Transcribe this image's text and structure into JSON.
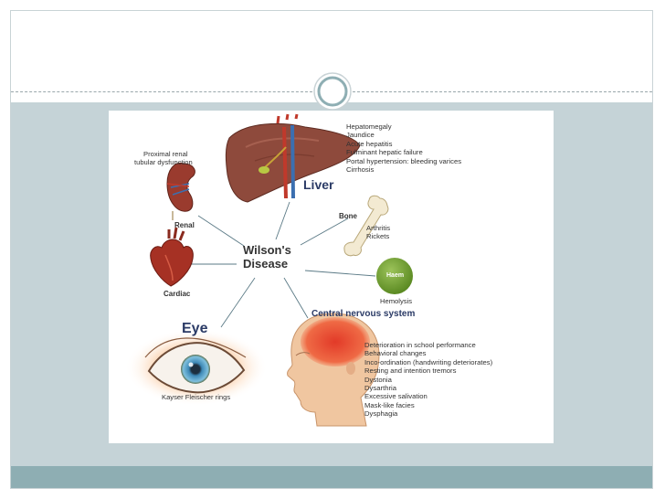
{
  "diagram": {
    "center": [
      "Wilson's",
      "Disease"
    ],
    "liver": {
      "label": "Liver",
      "symptoms": [
        "Hepatomegaly",
        "Jaundice",
        "Acute hepatitis",
        "Fulminant hepatic failure",
        "Portal hypertension: bleeding varices",
        "Cirrhosis"
      ]
    },
    "renal": {
      "title_lines": [
        "Proximal renal",
        "tubular dysfunction"
      ],
      "label": "Renal"
    },
    "bone": {
      "label": "Bone",
      "symptoms": [
        "Arthritis",
        "Rickets"
      ]
    },
    "cardiac": {
      "label": "Cardiac"
    },
    "haem": {
      "label": "Haem",
      "caption": "Hemolysis"
    },
    "eye": {
      "label": "Eye",
      "caption": "Kayser Fleischer rings"
    },
    "cns": {
      "label": "Central nervous system",
      "symptoms": [
        "Deterioration in school performance",
        "Behavioral changes",
        "Inco-ordination (handwriting deteriorates)",
        "Resting and intention tremors",
        "Dystonia",
        "Dysarthria",
        "Excessive salivation",
        "Mask-like facies",
        "Dysphagia"
      ]
    }
  },
  "colors": {
    "band": "#c5d3d7",
    "footer": "#8eaeb3",
    "liver": "#8e4a3c",
    "haem": "#6d9b2c",
    "head_hot": "#e84a33",
    "skin": "#f0c6a0"
  }
}
